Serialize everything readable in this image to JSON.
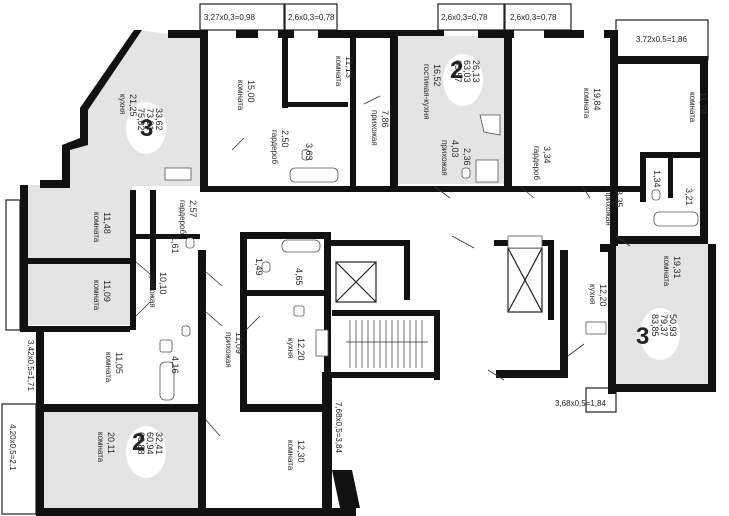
{
  "balconies": {
    "b1": "3,27x0,3=0,98",
    "b2": "2,6x0,3=0,78",
    "b3": "2,6x0,3=0,78",
    "b4": "2,6x0,3=0,78",
    "b5": "3,72x0,5=1,86",
    "b6": "3,68x0,5=1,84",
    "b7": "7,68x0,5=3,84",
    "b8": "3,42x0,5=1,71",
    "b9": "4,20x0,5=2,1"
  },
  "apartments": {
    "a1": {
      "rooms": "3",
      "areas": [
        "33,62",
        "73,31",
        "75,02"
      ]
    },
    "a2": {
      "rooms": "2",
      "areas": [
        "26,13",
        "63,03",
        "65,57"
      ]
    },
    "a3": {
      "rooms": "3",
      "areas": [
        "50,93",
        "79,37",
        "83,85"
      ]
    },
    "a4": {
      "rooms": "2",
      "areas": [
        "32,41",
        "60,94",
        "66,88"
      ]
    }
  },
  "rooms": {
    "r1": {
      "name": "кухня",
      "area": "21,25"
    },
    "r2": {
      "name": "комната",
      "area": "15,00"
    },
    "r3": {
      "name": "комната",
      "area": "11,13"
    },
    "r4": {
      "name": "гостиная-кухня",
      "area": "16,52"
    },
    "r5": {
      "name": "комната",
      "area": "19,84"
    },
    "r6": {
      "name": "комната",
      "area": "11,78"
    },
    "r7": {
      "name": "гардероб",
      "area": "2,50"
    },
    "r8": {
      "name": "",
      "area": "3,63"
    },
    "r9": {
      "name": "прихожая",
      "area": "7,86"
    },
    "r10": {
      "name": "прихожая",
      "area": "4,03"
    },
    "r11": {
      "name": "",
      "area": "2,36"
    },
    "r12": {
      "name": "гардероб",
      "area": "3,34"
    },
    "r13": {
      "name": "",
      "area": "1,34"
    },
    "r14": {
      "name": "",
      "area": "3,21"
    },
    "r15": {
      "name": "прихожая",
      "area": "8,35"
    },
    "r16": {
      "name": "комната",
      "area": "11,48"
    },
    "r17": {
      "name": "гардероб",
      "area": "2,57"
    },
    "r18": {
      "name": "",
      "area": "1,61"
    },
    "r19": {
      "name": "комната",
      "area": "11,09"
    },
    "r20": {
      "name": "прихожая",
      "area": "10,10"
    },
    "r21": {
      "name": "",
      "area": "1,49"
    },
    "r22": {
      "name": "",
      "area": "4,65"
    },
    "r23": {
      "name": "кухня",
      "area": "12,20"
    },
    "r24": {
      "name": "комната",
      "area": "19,31"
    },
    "r25": {
      "name": "комната",
      "area": "11,05"
    },
    "r26": {
      "name": "",
      "area": "4,16"
    },
    "r27": {
      "name": "прихожая",
      "area": "11,09"
    },
    "r28": {
      "name": "кухня",
      "area": "12,20"
    },
    "r29": {
      "name": "комната",
      "area": "20,11"
    },
    "r30": {
      "name": "комната",
      "area": "12,30"
    }
  }
}
